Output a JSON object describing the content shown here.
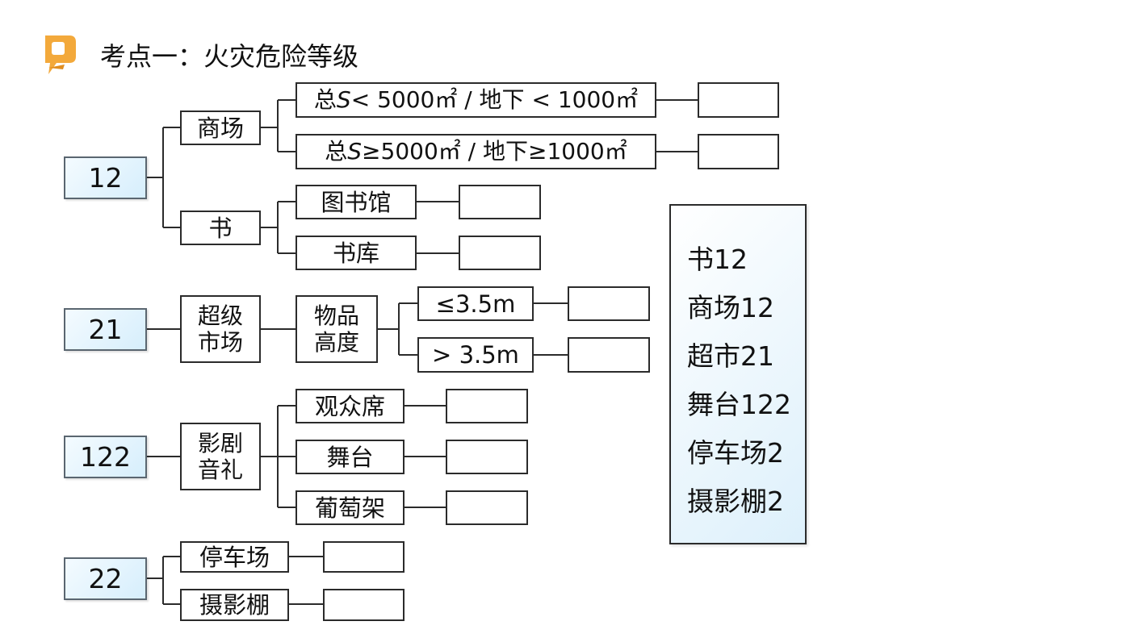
{
  "title": "考点一：火灾危险等级",
  "colors": {
    "accent_logo": "#f3a93b",
    "box_fill_light": "#d6eefc",
    "line": "#2b2b2b"
  },
  "tree": {
    "g1": {
      "number": "12",
      "mall": {
        "label": "商场",
        "cond_small": [
          "总",
          "S",
          "< 5000㎡ / 地下 < 1000㎡"
        ],
        "cond_large": [
          "总",
          "S",
          "≥5000㎡ / 地下≥1000㎡"
        ]
      },
      "book": {
        "label": "书",
        "library": "图书馆",
        "stack": "书库"
      }
    },
    "g2": {
      "number": "21",
      "supermarket": "超级市场",
      "goods_height": "物品高度",
      "le": "≤3.5m",
      "gt": "> 3.5m"
    },
    "g3": {
      "number": "122",
      "theater": "影剧音礼",
      "audience": "观众席",
      "stage": "舞台",
      "grapes": "葡萄架"
    },
    "g4": {
      "number": "22",
      "parking": "停车场",
      "studio": "摄影棚"
    }
  },
  "summary": [
    "书12",
    "商场12",
    "超市21",
    "舞台122",
    "停车场2",
    "摄影棚2"
  ]
}
